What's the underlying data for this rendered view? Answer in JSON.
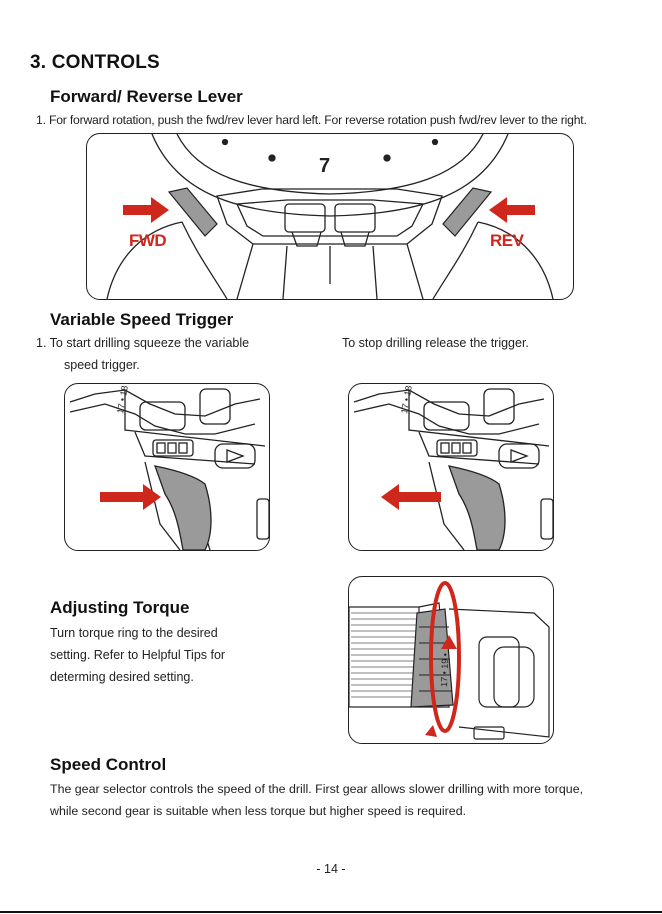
{
  "section_title": "3. CONTROLS",
  "fwd_rev": {
    "heading": "Forward/ Reverse Lever",
    "text": "1. For forward rotation, push the fwd/rev lever hard left. For reverse rotation push fwd/rev lever to the right.",
    "label_fwd": "FWD",
    "label_rev": "REV"
  },
  "trigger": {
    "heading": "Variable Speed Trigger",
    "text_line1": "1. To start drilling squeeze the variable",
    "text_line2": "speed trigger.",
    "text_right": "To stop drilling release the trigger."
  },
  "torque": {
    "heading": "Adjusting Torque",
    "line1": "Turn torque ring to the desired",
    "line2": "setting. Refer to Helpful Tips for",
    "line3": "determing desired setting."
  },
  "speed": {
    "heading": "Speed Control",
    "line1": "The gear selector controls the speed of the drill. First gear allows slower drilling with more torque,",
    "line2": "while second gear is suitable when less torque but higher speed is required."
  },
  "page_number": "- 14 -",
  "colors": {
    "accent_red": "#d0271d",
    "lever_gray": "#9a9a9a"
  }
}
